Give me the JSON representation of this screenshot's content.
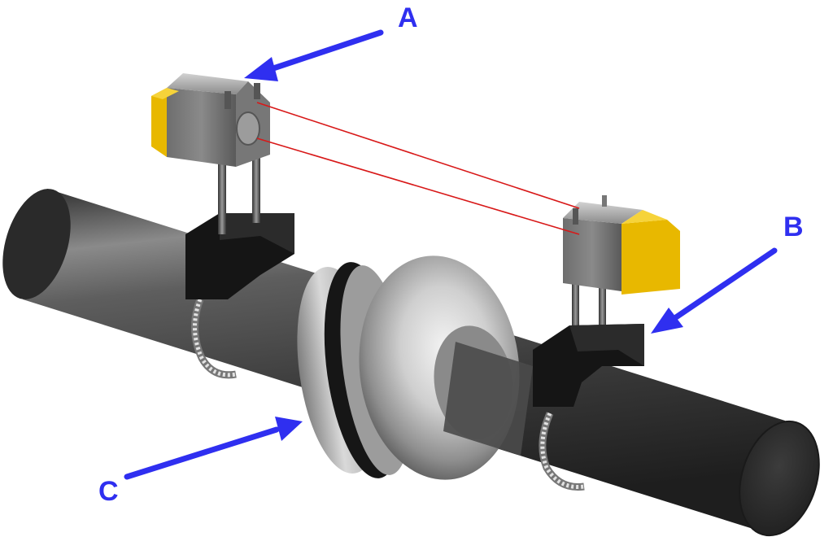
{
  "labels": {
    "a": "A",
    "b": "B",
    "c": "C"
  },
  "colors": {
    "arrow": "#2f2ff0",
    "laser": "#d81818",
    "detector_face": "#e8b800",
    "shaft_dark": "#3a3a3a",
    "bracket": "#1a1a1a",
    "coupling_silver": "#b9b9b9"
  },
  "icons": {
    "laser_unit": "laser-emitter-icon",
    "detector_unit": "detector-icon",
    "chain": "chain-icon"
  }
}
